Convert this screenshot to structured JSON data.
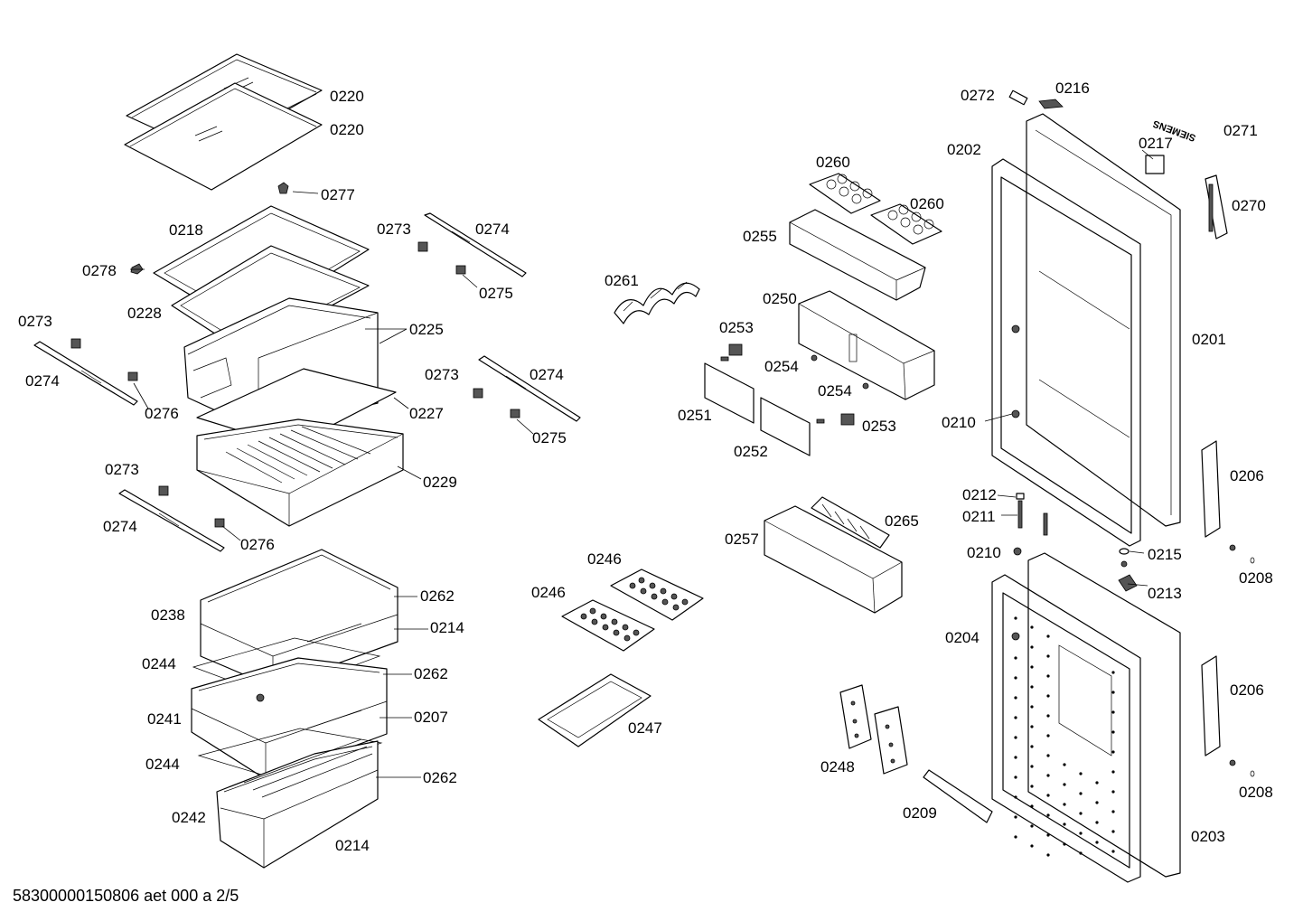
{
  "footer": {
    "doc_id": "58300000150806 aet 000 a 2/5"
  },
  "brand_mark": {
    "text": "SIEMENS"
  },
  "callouts": [
    {
      "label": "0220"
    },
    {
      "label": "0220"
    },
    {
      "label": "0277"
    },
    {
      "label": "0218"
    },
    {
      "label": "0278"
    },
    {
      "label": "0228"
    },
    {
      "label": "0225"
    },
    {
      "label": "0227"
    },
    {
      "label": "0229"
    },
    {
      "label": "0273"
    },
    {
      "label": "0274"
    },
    {
      "label": "0275"
    },
    {
      "label": "0273"
    },
    {
      "label": "0274"
    },
    {
      "label": "0276"
    },
    {
      "label": "0273"
    },
    {
      "label": "0274"
    },
    {
      "label": "0275"
    },
    {
      "label": "0273"
    },
    {
      "label": "0274"
    },
    {
      "label": "0276"
    },
    {
      "label": "0262"
    },
    {
      "label": "0238"
    },
    {
      "label": "0214"
    },
    {
      "label": "0244"
    },
    {
      "label": "0262"
    },
    {
      "label": "0241"
    },
    {
      "label": "0207"
    },
    {
      "label": "0244"
    },
    {
      "label": "0262"
    },
    {
      "label": "0242"
    },
    {
      "label": "0214"
    },
    {
      "label": "0261"
    },
    {
      "label": "0246"
    },
    {
      "label": "0246"
    },
    {
      "label": "0247"
    },
    {
      "label": "0260"
    },
    {
      "label": "0260"
    },
    {
      "label": "0255"
    },
    {
      "label": "0250"
    },
    {
      "label": "0253"
    },
    {
      "label": "0254"
    },
    {
      "label": "0254"
    },
    {
      "label": "0251"
    },
    {
      "label": "0252"
    },
    {
      "label": "0253"
    },
    {
      "label": "0257"
    },
    {
      "label": "0265"
    },
    {
      "label": "0248"
    },
    {
      "label": "0209"
    },
    {
      "label": "0272"
    },
    {
      "label": "0216"
    },
    {
      "label": "0271"
    },
    {
      "label": "0202"
    },
    {
      "label": "0217"
    },
    {
      "label": "0270"
    },
    {
      "label": "0201"
    },
    {
      "label": "0210"
    },
    {
      "label": "0206"
    },
    {
      "label": "0212"
    },
    {
      "label": "0211"
    },
    {
      "label": "0210"
    },
    {
      "label": "0215"
    },
    {
      "label": "0208"
    },
    {
      "label": "0213"
    },
    {
      "label": "0204"
    },
    {
      "label": "0206"
    },
    {
      "label": "0208"
    },
    {
      "label": "0203"
    }
  ]
}
